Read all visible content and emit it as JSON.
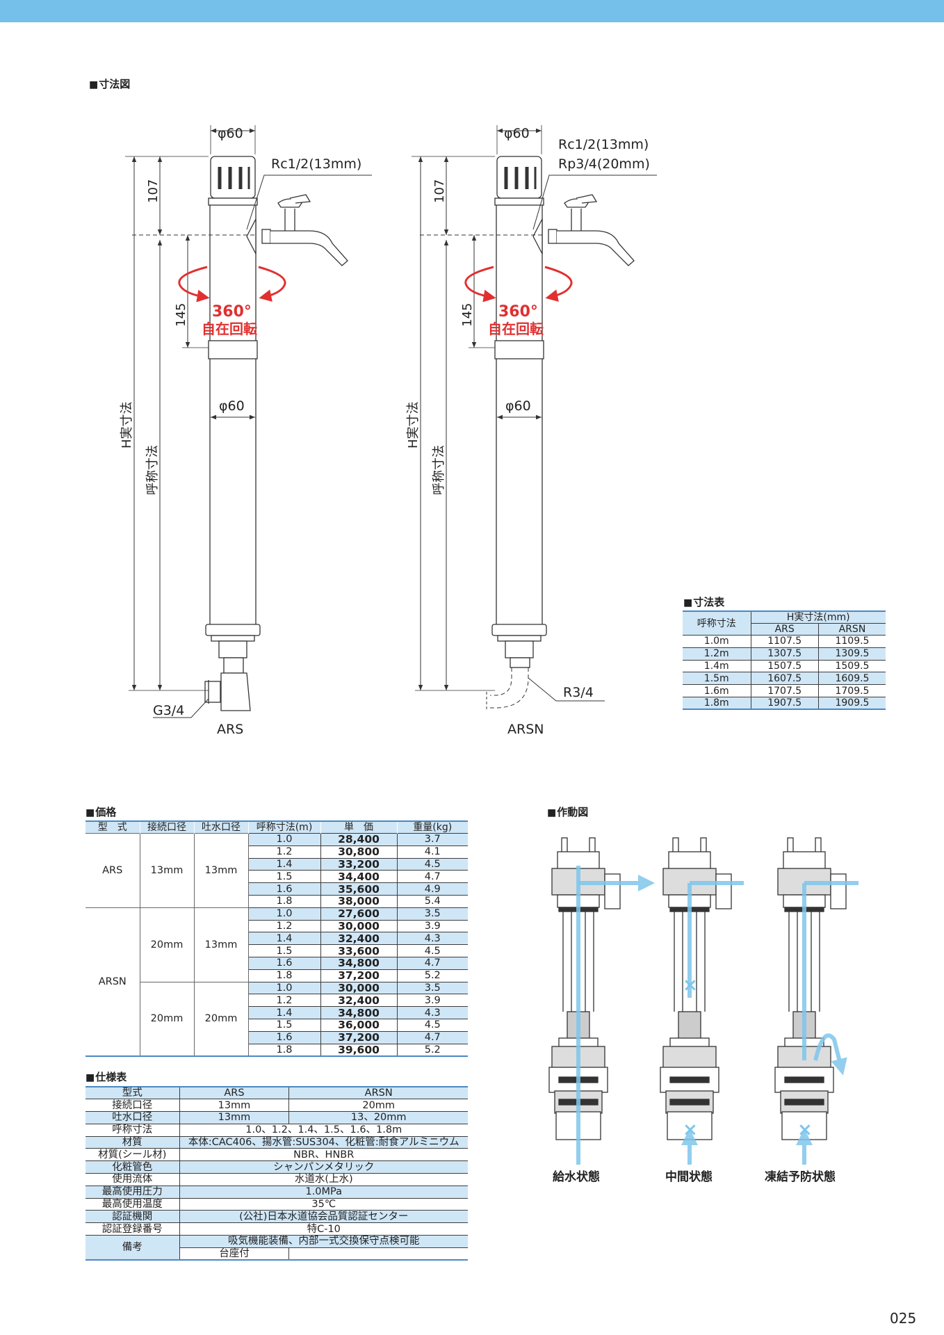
{
  "sections": {
    "dimension_drawing": "寸法図",
    "dimension_table": "寸法表",
    "price": "価格",
    "specs": "仕様表",
    "operation": "作動図"
  },
  "drawing": {
    "ars": {
      "model": "ARS",
      "phi_top": "φ60",
      "phi_mid": "φ60",
      "thread_top": "Rc1/2(13mm)",
      "dim_107": "107",
      "dim_145": "145",
      "rotate_deg": "360°",
      "rotate_text": "自在回転",
      "h_label": "H実寸法",
      "nominal_label": "呼称寸法",
      "thread_bottom": "G3/4"
    },
    "arsn": {
      "model": "ARSN",
      "phi_top": "φ60",
      "phi_mid": "φ60",
      "thread_top1": "Rc1/2(13mm)",
      "thread_top2": "Rp3/4(20mm)",
      "dim_107": "107",
      "dim_145": "145",
      "rotate_deg": "360°",
      "rotate_text": "自在回転",
      "h_label": "H実寸法",
      "nominal_label": "呼称寸法",
      "thread_bottom": "R3/4"
    }
  },
  "dim_table": {
    "h_nominal": "呼称寸法",
    "h_actual": "H実寸法(mm)",
    "h_ars": "ARS",
    "h_arsn": "ARSN",
    "rows": [
      [
        "1.0m",
        "1107.5",
        "1109.5"
      ],
      [
        "1.2m",
        "1307.5",
        "1309.5"
      ],
      [
        "1.4m",
        "1507.5",
        "1509.5"
      ],
      [
        "1.5m",
        "1607.5",
        "1609.5"
      ],
      [
        "1.6m",
        "1707.5",
        "1709.5"
      ],
      [
        "1.8m",
        "1907.5",
        "1909.5"
      ]
    ]
  },
  "price_table": {
    "headers": [
      "型　式",
      "接続口径",
      "吐水口径",
      "呼称寸法(m)",
      "単　価",
      "重量(kg)"
    ],
    "groups": [
      {
        "model": "ARS",
        "conn": "13mm",
        "outlet": "13mm",
        "rows": [
          [
            "1.0",
            "28,400",
            "3.7"
          ],
          [
            "1.2",
            "30,800",
            "4.1"
          ],
          [
            "1.4",
            "33,200",
            "4.5"
          ],
          [
            "1.5",
            "34,400",
            "4.7"
          ],
          [
            "1.6",
            "35,600",
            "4.9"
          ],
          [
            "1.8",
            "38,000",
            "5.4"
          ]
        ]
      },
      {
        "model": "ARSN",
        "conn": "20mm",
        "outlet": "13mm",
        "rows": [
          [
            "1.0",
            "27,600",
            "3.5"
          ],
          [
            "1.2",
            "30,000",
            "3.9"
          ],
          [
            "1.4",
            "32,400",
            "4.3"
          ],
          [
            "1.5",
            "33,600",
            "4.5"
          ],
          [
            "1.6",
            "34,800",
            "4.7"
          ],
          [
            "1.8",
            "37,200",
            "5.2"
          ]
        ]
      },
      {
        "model": "ARSN",
        "conn": "20mm",
        "outlet": "20mm",
        "rows": [
          [
            "1.0",
            "30,000",
            "3.5"
          ],
          [
            "1.2",
            "32,400",
            "3.9"
          ],
          [
            "1.4",
            "34,800",
            "4.3"
          ],
          [
            "1.5",
            "36,000",
            "4.5"
          ],
          [
            "1.6",
            "37,200",
            "4.7"
          ],
          [
            "1.8",
            "39,600",
            "5.2"
          ]
        ]
      }
    ]
  },
  "spec_table": {
    "model_label": "型式",
    "model_ars": "ARS",
    "model_arsn": "ARSN",
    "conn_label": "接続口径",
    "conn_ars": "13mm",
    "conn_arsn": "20mm",
    "outlet_label": "吐水口径",
    "outlet_ars": "13mm",
    "outlet_arsn": "13、20mm",
    "nominal_label": "呼称寸法",
    "nominal_val": "1.0、1.2、1.4、1.5、1.6、1.8m",
    "material_label": "材質",
    "material_val": "本体:CAC406、揚水管:SUS304、化粧管:耐食アルミニウム",
    "seal_label": "材質(シール材)",
    "seal_val": "NBR、HNBR",
    "color_label": "化粧管色",
    "color_val": "シャンパンメタリック",
    "fluid_label": "使用流体",
    "fluid_val": "水道水(上水)",
    "pressure_label": "最高使用圧力",
    "pressure_val": "1.0MPa",
    "temp_label": "最高使用温度",
    "temp_val": "35℃",
    "cert_label": "認証機関",
    "cert_val": "(公社)日本水道協会品質認証センター",
    "certno_label": "認証登録番号",
    "certno_val": "特C-10",
    "notes_label": "備考",
    "notes_val1": "吸気機能装備、内部一式交換保守点検可能",
    "notes_val2": "台座付"
  },
  "operation": {
    "labels": [
      "給水状態",
      "中間状態",
      "凍結予防状態"
    ]
  },
  "page_number": "025",
  "colors": {
    "accent": "#74c0ea",
    "rotate": "#e03030",
    "flow": "#7fc6ec",
    "table_blue": "#cfe6f6"
  }
}
